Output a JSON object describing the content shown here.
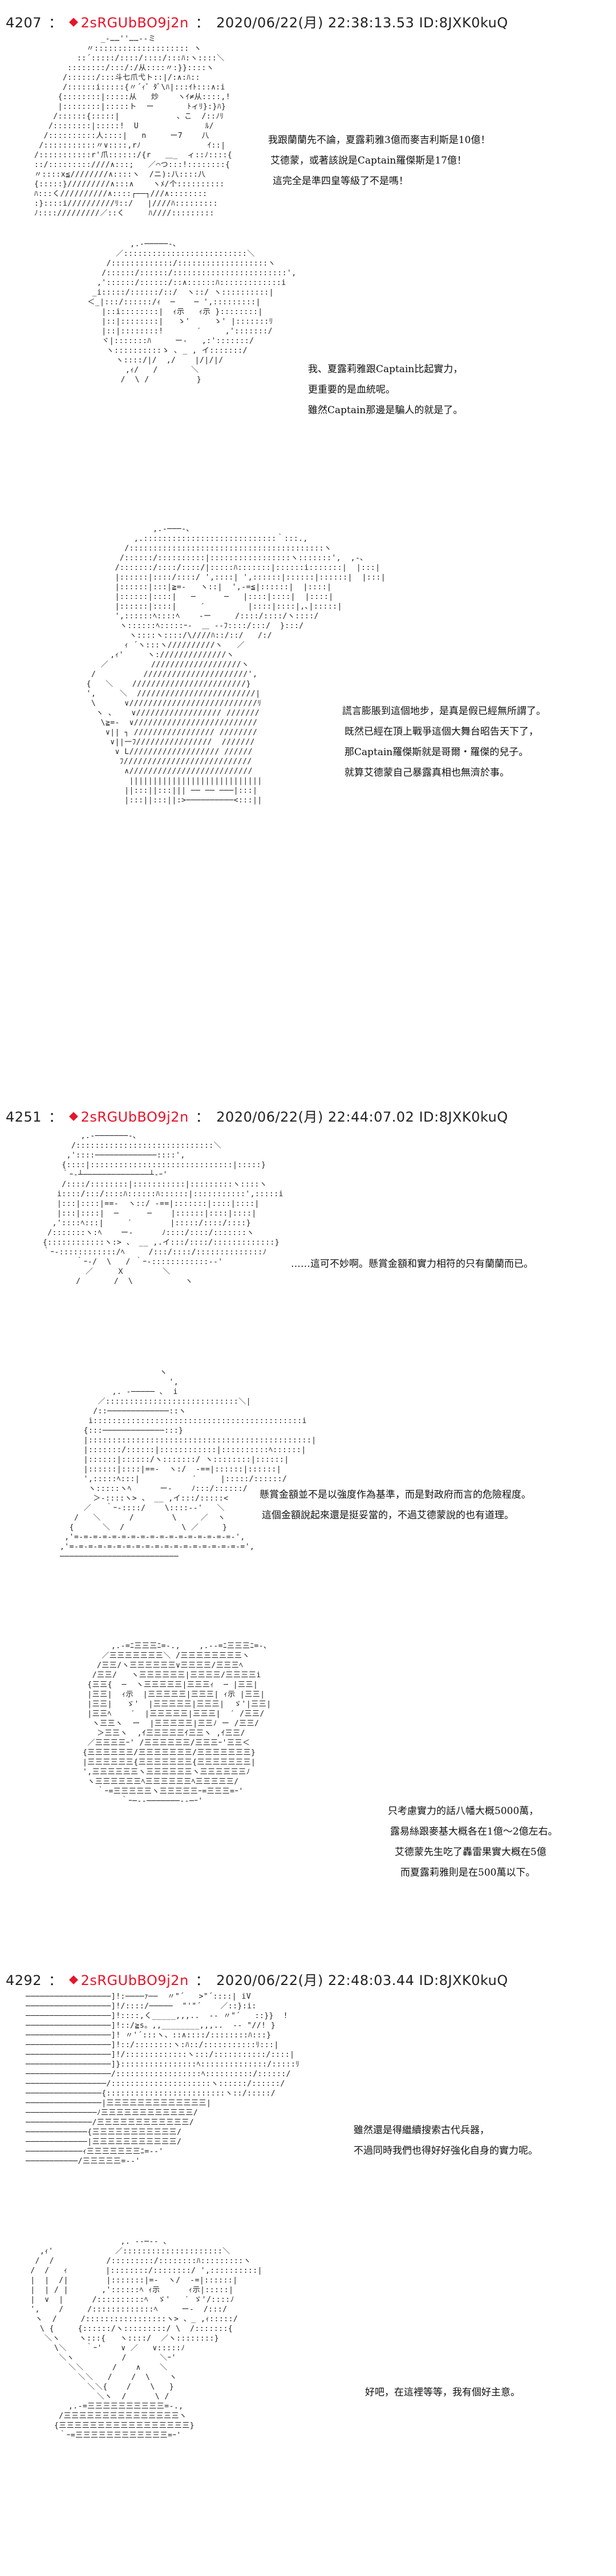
{
  "posts": [
    {
      "number": "4207",
      "colon": "：",
      "trip": "◆2sRGUbBO9j2n",
      "datetime": "2020/06/22(月) 22:38:13.53",
      "id": "ID:8JXK0kuQ",
      "panels": [
        {
          "lines": [
            "我跟蘭蘭先不論，夏露莉雅3億而麥吉利斯是10億！",
            "艾德蒙，或著該說是Captain羅傑斯是17億！",
            "這完全是準四皇等級了不是嗎！"
          ]
        },
        {
          "lines": [
            "我、夏露莉雅跟Captain比起實力，",
            "更重要的是血統呢。",
            "雖然Captain那邊是騙人的就是了。"
          ]
        },
        {
          "lines": [
            "謊言膨脹到這個地步，是真是假已經無所謂了。",
            "既然已經在頂上戰爭這個大舞台昭告天下了，",
            "那Captain羅傑斯就是哥爾・羅傑的兒子。",
            "就算艾德蒙自己暴露真相也無濟於事。"
          ]
        }
      ]
    },
    {
      "number": "4251",
      "colon": "：",
      "trip": "◆2sRGUbBO9j2n",
      "datetime": "2020/06/22(月) 22:44:07.02",
      "id": "ID:8JXK0kuQ",
      "panels": [
        {
          "lines": [
            "……這可不妙啊。懸賞金額和實力相符的只有蘭蘭而已。"
          ]
        },
        {
          "lines": [
            "懸賞金額並不是以強度作為基準，而是對政府而言的危險程度。",
            "這個金額說起來還是挺妥當的，不過艾德蒙說的也有道理。"
          ]
        },
        {
          "lines": [
            "只考慮實力的話八幡大概5000萬，",
            "露易絲跟麥基大概各在1億～2億左右。",
            "艾德蒙先生吃了轟雷果實大概在5億",
            "而夏露莉雅則是在500萬以下。"
          ]
        }
      ]
    },
    {
      "number": "4292",
      "colon": "：",
      "trip": "◆2sRGUbBO9j2n",
      "datetime": "2020/06/22(月) 22:48:03.44",
      "id": "ID:8JXK0kuQ",
      "panels": [
        {
          "lines": [
            "雖然還是得繼續搜索古代兵器，",
            "不過同時我們也得好好強化自身的實力呢。"
          ]
        },
        {
          "lines": [
            "好吧，在這裡等等，我有個好主意。"
          ]
        }
      ]
    }
  ],
  "colors": {
    "trip": "#e8142a",
    "text": "#111111",
    "background": "#ffffff"
  },
  "icons": {
    "trip_marker": "diamond-icon"
  }
}
